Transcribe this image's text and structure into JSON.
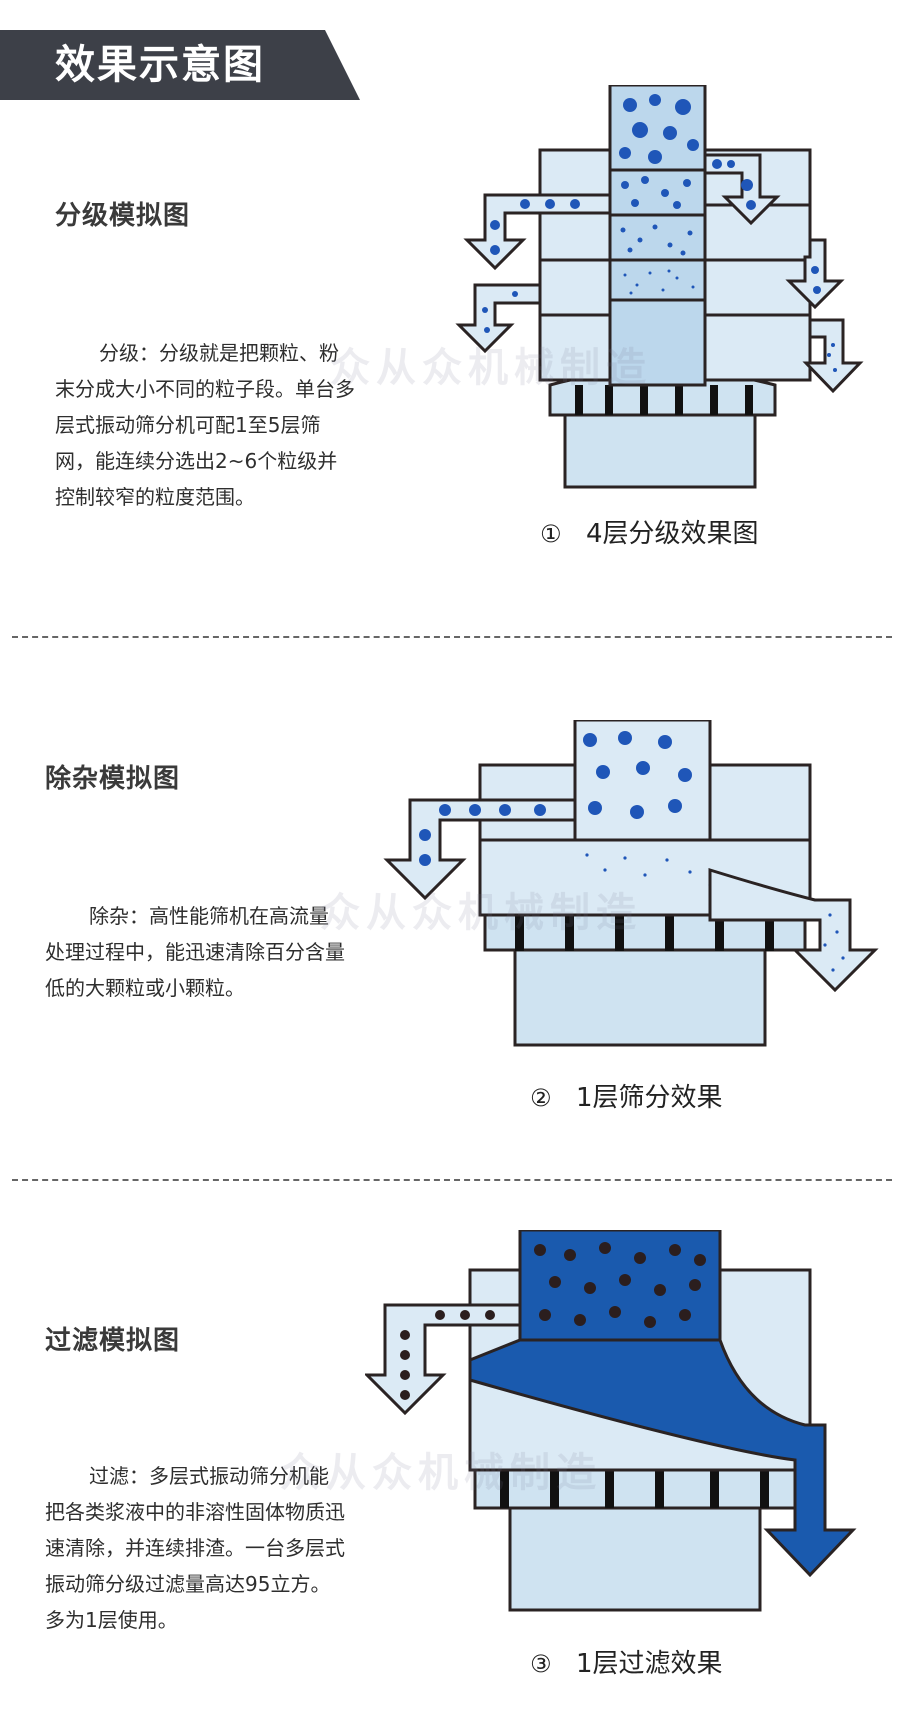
{
  "header": {
    "title": "效果示意图"
  },
  "sections": [
    {
      "title": "分级模拟图",
      "description": "分级：分级就是把颗粒、粉末分成大小不同的粒子段。单台多层式振动筛分机可配1至5层筛网，能连续分选出2~6个粒级并控制较窄的粒度范围。",
      "caption_num": "①",
      "caption": "4层分级效果图"
    },
    {
      "title": "除杂模拟图",
      "description": "除杂：高性能筛机在高流量处理过程中，能迅速清除百分含量低的大颗粒或小颗粒。",
      "caption_num": "②",
      "caption": "1层筛分效果"
    },
    {
      "title": "过滤模拟图",
      "description": "过滤：多层式振动筛分机能把各类浆液中的非溶性固体物质迅速清除，并连续排渣。一台多层式振动筛分级过滤量高达95立方。多为1层使用。",
      "caption_num": "③",
      "caption": "1层过滤效果"
    }
  ],
  "watermark": "众从众机械制造",
  "colors": {
    "banner": "#3d4048",
    "machine_body": "#cfe3f1",
    "outline": "#2a2323",
    "particle": "#1f56b8",
    "slurry": "#1a5aae",
    "solids": "#2b1e1e"
  }
}
